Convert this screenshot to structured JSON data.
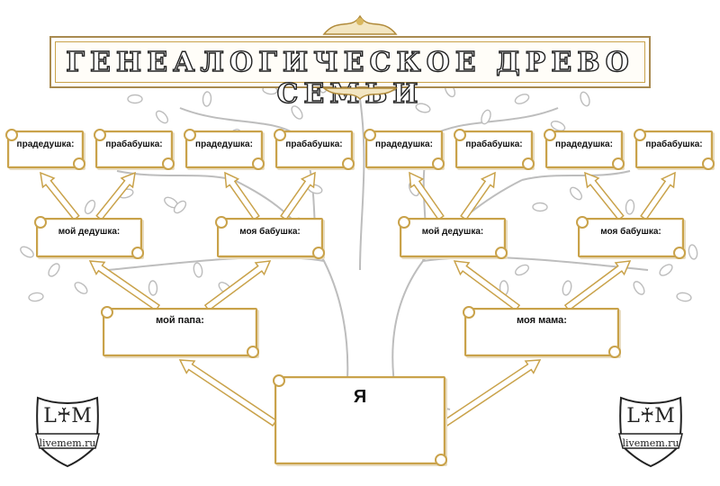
{
  "title": "Генеалогическое древо семьи",
  "great_grandparents": [
    {
      "label": "прадедушка:"
    },
    {
      "label": "прабабушка:"
    },
    {
      "label": "прадедушка:"
    },
    {
      "label": "прабабушка:"
    },
    {
      "label": "прадедушка:"
    },
    {
      "label": "прабабушка:"
    },
    {
      "label": "прадедушка:"
    },
    {
      "label": "прабабушка:"
    }
  ],
  "grandparents": [
    {
      "label": "мой дедушка:"
    },
    {
      "label": "моя бабушка:"
    },
    {
      "label": "мой дедушка:"
    },
    {
      "label": "моя бабушка:"
    }
  ],
  "parents": [
    {
      "label": "мой папа:"
    },
    {
      "label": "моя мама:"
    }
  ],
  "me": {
    "label": "Я"
  },
  "logo": {
    "monogram": "L♰M",
    "url": "livemem.ru"
  },
  "colors": {
    "frame": "#c9a24a",
    "tree": "#bdbdbd",
    "ink": "#111111"
  }
}
